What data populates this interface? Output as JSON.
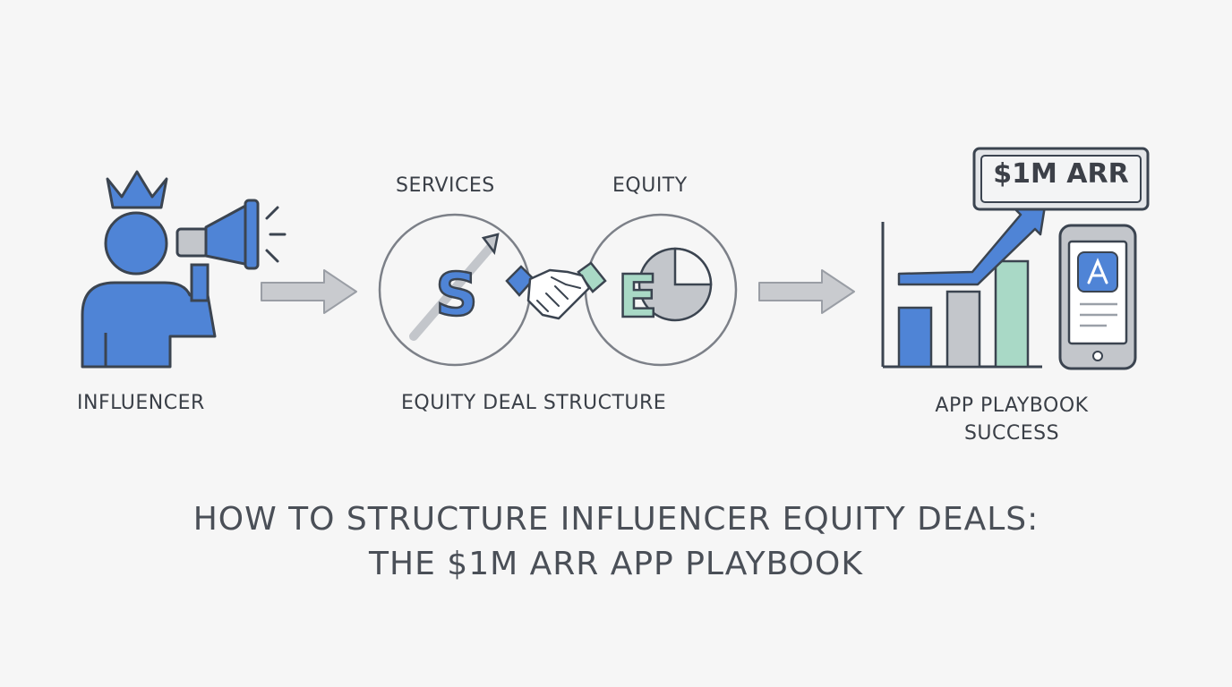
{
  "labels": {
    "influencer": "INFLUENCER",
    "services": "SERVICES",
    "equity": "EQUITY",
    "deal_structure": "EQUITY DEAL STRUCTURE",
    "success_line1": "APP PLAYBOOK",
    "success_line2": "SUCCESS"
  },
  "arr_badge": "$1M ARR",
  "title": {
    "line1": "HOW TO STRUCTURE INFLUENCER EQUITY DEALS:",
    "line2": "THE $1M ARR APP PLAYBOOK"
  },
  "icons": {
    "influencer": "person-with-crown-and-megaphone",
    "services": "letter-s-with-growth-arrow",
    "deal": "handshake",
    "equity": "letter-e-with-pie-chart",
    "growth": "bar-chart-with-up-arrow",
    "app": "smartphone-with-app-store-icon"
  },
  "colors": {
    "blue": "#4f84d6",
    "gray": "#c3c6cb",
    "green": "#a9d9c6",
    "outline": "#3b4450"
  }
}
